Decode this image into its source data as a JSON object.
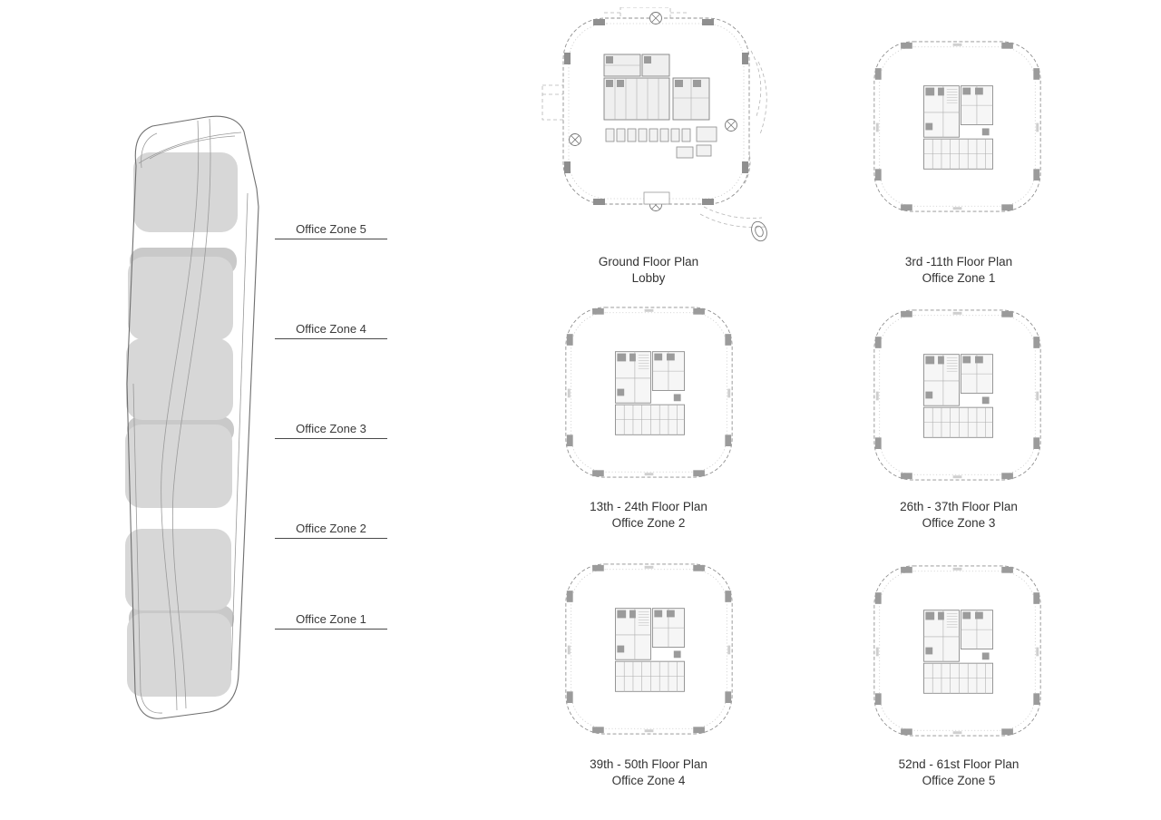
{
  "meta": {
    "title": "Tower office zones diagram with floor plans",
    "line_color": "#6f6f6f",
    "zone_fill": "#d7d7d7"
  },
  "tower": {
    "drawing_name": "tower-axonometric",
    "zones": [
      {
        "label": "Office Zone 5"
      },
      {
        "label": "Office Zone 4"
      },
      {
        "label": "Office Zone 3"
      },
      {
        "label": "Office Zone 2"
      },
      {
        "label": "Office Zone 1"
      }
    ]
  },
  "plans": [
    {
      "title": "Ground Floor Plan",
      "subtitle": "Lobby"
    },
    {
      "title": "3rd -11th Floor Plan",
      "subtitle": "Office Zone 1"
    },
    {
      "title": "13th - 24th Floor Plan",
      "subtitle": "Office Zone 2"
    },
    {
      "title": "26th - 37th Floor Plan",
      "subtitle": "Office Zone 3"
    },
    {
      "title": "39th - 50th Floor Plan",
      "subtitle": "Office Zone 4"
    },
    {
      "title": "52nd - 61st Floor Plan",
      "subtitle": "Office Zone 5"
    }
  ]
}
